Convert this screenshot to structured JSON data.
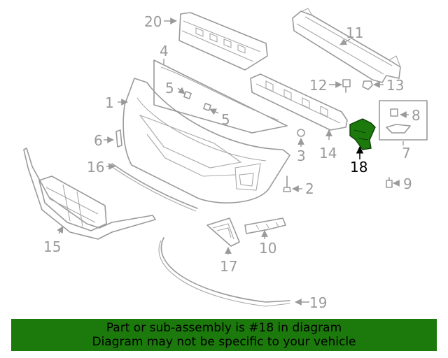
{
  "diagram": {
    "highlight_color": "#1c7a0c",
    "labels": {
      "l1": "1",
      "l2": "2",
      "l3": "3",
      "l4": "4",
      "l5a": "5",
      "l5b": "5",
      "l6": "6",
      "l7": "7",
      "l8": "8",
      "l9": "9",
      "l10": "10",
      "l11": "11",
      "l12": "12",
      "l13": "13",
      "l14": "14",
      "l15": "15",
      "l16": "16",
      "l17": "17",
      "l18": "18",
      "l19": "19",
      "l20": "20"
    }
  },
  "footer": {
    "line1": "Part or sub-assembly is #18 in diagram",
    "line2": "Diagram may not be specific to your vehicle"
  }
}
